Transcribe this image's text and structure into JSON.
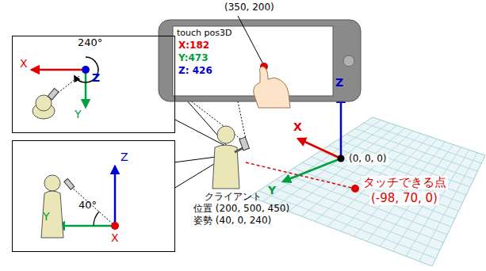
{
  "diagram": {
    "nodes": [
      {
        "text": [
          "touch pos3D",
          "X:182",
          "Y:473",
          "Z: 426"
        ]
      },
      {
        "text": [
          "240°",
          "X",
          "Z",
          "Y"
        ]
      },
      {
        "text": [
          "Z",
          "Y",
          "X",
          "40°"
        ]
      }
    ],
    "labels": [
      "(350, 200)",
      "クライアント",
      "位置 (200, 500, 450)",
      "姿勢 (40, 0, 240)",
      "Z",
      "X",
      "Y",
      "(0, 0, 0)",
      "タッチできる点",
      "(-98, 70, 0)"
    ]
  }
}
